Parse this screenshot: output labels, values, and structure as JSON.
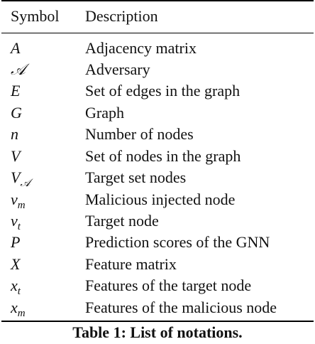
{
  "table": {
    "header": {
      "symbol": "Symbol",
      "description": "Description"
    },
    "rows": [
      {
        "symbol": "A",
        "sub": "",
        "description": "Adjacency matrix"
      },
      {
        "symbol": "𝒜",
        "sub": "",
        "description": "Adversary"
      },
      {
        "symbol": "E",
        "sub": "",
        "description": "Set of edges in the graph"
      },
      {
        "symbol": "G",
        "sub": "",
        "description": "Graph"
      },
      {
        "symbol": "n",
        "sub": "",
        "description": "Number of nodes"
      },
      {
        "symbol": "V",
        "sub": "",
        "description": "Set of nodes in the graph"
      },
      {
        "symbol": "V",
        "sub": "𝒜",
        "description": "Target set nodes"
      },
      {
        "symbol": "v",
        "sub": "m",
        "description": "Malicious injected node"
      },
      {
        "symbol": "v",
        "sub": "t",
        "description": "Target node"
      },
      {
        "symbol": "P",
        "sub": "",
        "description": "Prediction scores of the GNN"
      },
      {
        "symbol": "X",
        "sub": "",
        "description": "Feature matrix"
      },
      {
        "symbol": "x",
        "sub": "t",
        "description": "Features of the target node"
      },
      {
        "symbol": "x",
        "sub": "m",
        "description": "Features of the malicious node"
      }
    ]
  },
  "caption": "Table 1: List of notations."
}
